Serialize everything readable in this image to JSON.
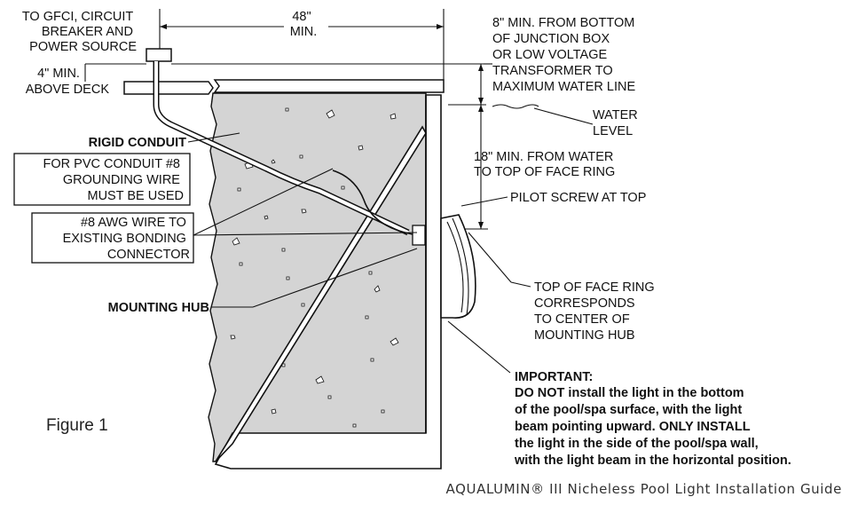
{
  "labels": {
    "gfci": [
      "TO GFCI, CIRCUIT",
      "BREAKER AND",
      "POWER SOURCE"
    ],
    "dist_48": [
      "48\"",
      "MIN."
    ],
    "min8": [
      "8\" MIN. FROM BOTTOM",
      "OF JUNCTION BOX",
      "OR LOW VOLTAGE",
      "TRANSFORMER TO",
      "MAXIMUM WATER LINE"
    ],
    "min4": [
      "4\" MIN.",
      "ABOVE DECK"
    ],
    "water_level": [
      "WATER",
      "LEVEL"
    ],
    "rigid_conduit": "RIGID CONDUIT",
    "pvc_box": [
      "FOR PVC CONDUIT #8",
      "GROUNDING WIRE",
      "MUST BE USED"
    ],
    "min18": [
      "18\" MIN. FROM  WATER",
      "TO TOP OF FACE RING"
    ],
    "pilot_screw": "PILOT SCREW AT TOP",
    "awg_box": [
      "#8 AWG WIRE TO",
      "EXISTING BONDING",
      "CONNECTOR"
    ],
    "mounting_hub": "MOUNTING HUB",
    "top_face": [
      "TOP OF FACE RING",
      "CORRESPONDS",
      "TO CENTER OF",
      "MOUNTING HUB"
    ],
    "important": [
      "IMPORTANT:",
      "DO NOT install the light in the bottom",
      "of the pool/spa surface, with the light",
      "beam pointing upward. ONLY INSTALL",
      "the light in the side of the pool/spa wall,",
      "with the light beam in the horizontal position."
    ],
    "figure": "Figure 1",
    "footer": "AQUALUMIN® III Nicheless Pool Light Installation Guide"
  }
}
